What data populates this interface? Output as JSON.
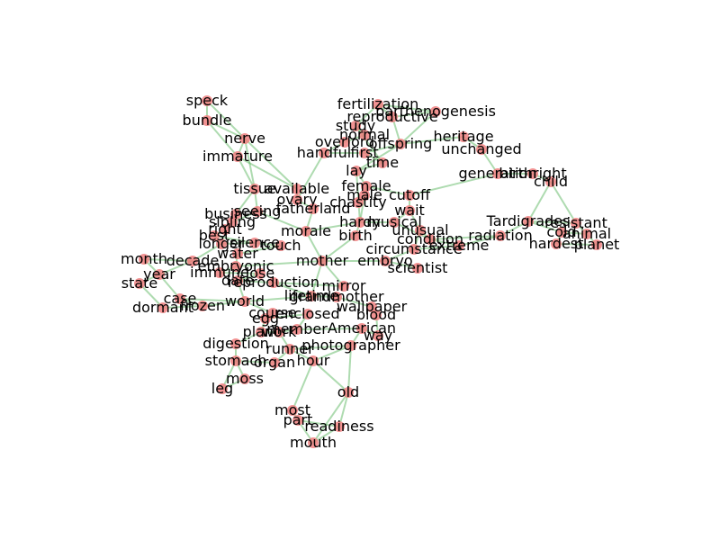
{
  "graph": {
    "type": "network",
    "colors": {
      "edge": "#4caf50",
      "node": "#f08080",
      "label": "#000000"
    },
    "nodes": [
      {
        "id": "speck"
      },
      {
        "id": "bundle"
      },
      {
        "id": "nerve"
      },
      {
        "id": "immature"
      },
      {
        "id": "fertilization"
      },
      {
        "id": "parthenogenesis"
      },
      {
        "id": "reproductive"
      },
      {
        "id": "study"
      },
      {
        "id": "normal"
      },
      {
        "id": "overlord"
      },
      {
        "id": "offspring"
      },
      {
        "id": "handful"
      },
      {
        "id": "first"
      },
      {
        "id": "time"
      },
      {
        "id": "lay"
      },
      {
        "id": "heritage"
      },
      {
        "id": "unchanged"
      },
      {
        "id": "generation"
      },
      {
        "id": "birthright"
      },
      {
        "id": "child"
      },
      {
        "id": "tissue"
      },
      {
        "id": "available"
      },
      {
        "id": "female"
      },
      {
        "id": "ovary"
      },
      {
        "id": "male"
      },
      {
        "id": "chastity"
      },
      {
        "id": "cutoff"
      },
      {
        "id": "fatherland"
      },
      {
        "id": "wait"
      },
      {
        "id": "business"
      },
      {
        "id": "seeing"
      },
      {
        "id": "sibling"
      },
      {
        "id": "right"
      },
      {
        "id": "best"
      },
      {
        "id": "morale"
      },
      {
        "id": "hardy"
      },
      {
        "id": "musical"
      },
      {
        "id": "birth"
      },
      {
        "id": "unusual"
      },
      {
        "id": "radiation"
      },
      {
        "id": "condition"
      },
      {
        "id": "extreme"
      },
      {
        "id": "circumstance"
      },
      {
        "id": "Tardigrades"
      },
      {
        "id": "resistant"
      },
      {
        "id": "cold"
      },
      {
        "id": "animal"
      },
      {
        "id": "hardest"
      },
      {
        "id": "planet"
      },
      {
        "id": "month"
      },
      {
        "id": "decade"
      },
      {
        "id": "longer"
      },
      {
        "id": "silence"
      },
      {
        "id": "touch"
      },
      {
        "id": "water"
      },
      {
        "id": "embryonic"
      },
      {
        "id": "mother"
      },
      {
        "id": "embryo"
      },
      {
        "id": "scientist"
      },
      {
        "id": "year"
      },
      {
        "id": "state"
      },
      {
        "id": "immune"
      },
      {
        "id": "lose"
      },
      {
        "id": "date"
      },
      {
        "id": "reproduction"
      },
      {
        "id": "mirror"
      },
      {
        "id": "case"
      },
      {
        "id": "frozen"
      },
      {
        "id": "dormant"
      },
      {
        "id": "world"
      },
      {
        "id": "lifetime"
      },
      {
        "id": "grandmother"
      },
      {
        "id": "course"
      },
      {
        "id": "egg"
      },
      {
        "id": "enclosed"
      },
      {
        "id": "wallpaper"
      },
      {
        "id": "blood"
      },
      {
        "id": "member"
      },
      {
        "id": "American"
      },
      {
        "id": "plant"
      },
      {
        "id": "work"
      },
      {
        "id": "way"
      },
      {
        "id": "digestion"
      },
      {
        "id": "photographer"
      },
      {
        "id": "runner"
      },
      {
        "id": "stomach"
      },
      {
        "id": "hour"
      },
      {
        "id": "organ"
      },
      {
        "id": "moss"
      },
      {
        "id": "leg"
      },
      {
        "id": "old"
      },
      {
        "id": "most"
      },
      {
        "id": "part"
      },
      {
        "id": "readiness"
      },
      {
        "id": "mouth"
      }
    ]
  }
}
